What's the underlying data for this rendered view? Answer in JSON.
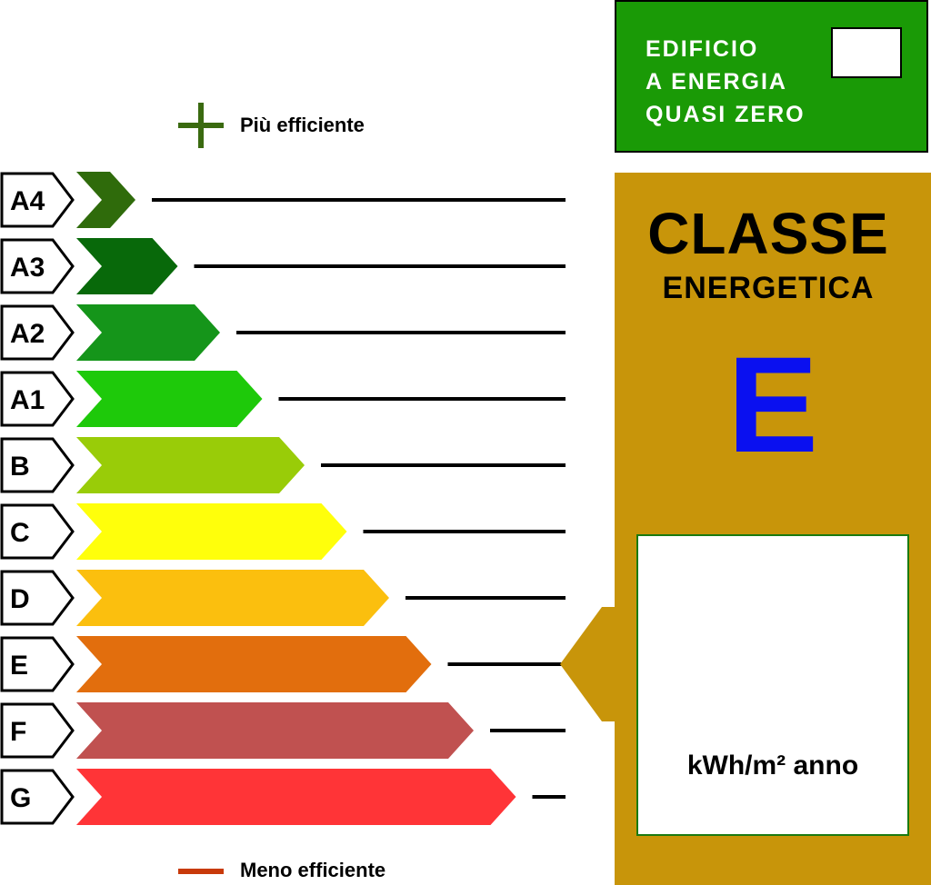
{
  "legend": {
    "more_efficient": "Più efficiente",
    "less_efficient": "Meno efficiente"
  },
  "nzeb": {
    "label": "EDIFICIO\nA ENERGIA\nQUASI ZERO"
  },
  "classe": {
    "title": "CLASSE",
    "subtitle": "ENERGETICA",
    "current_class": "E",
    "unit": "kWh/m² anno"
  },
  "classes": [
    {
      "label": "A4",
      "color": "#2f6b0b"
    },
    {
      "label": "A3",
      "color": "#08690a"
    },
    {
      "label": "A2",
      "color": "#15951a"
    },
    {
      "label": "A1",
      "color": "#1ec90a"
    },
    {
      "label": "B",
      "color": "#99cc08"
    },
    {
      "label": "C",
      "color": "#ffff0b"
    },
    {
      "label": "D",
      "color": "#fbbf0e"
    },
    {
      "label": "E",
      "color": "#e26e0d"
    },
    {
      "label": "F",
      "color": "#c05150"
    },
    {
      "label": "G",
      "color": "#ff3437"
    }
  ],
  "colors": {
    "nzeb_green": "#1a9a06",
    "panel_gold": "#c8950a",
    "class_letter_blue": "#0a10f0",
    "plus_green": "#3a6a10",
    "minus_orange": "#c83a0a"
  }
}
